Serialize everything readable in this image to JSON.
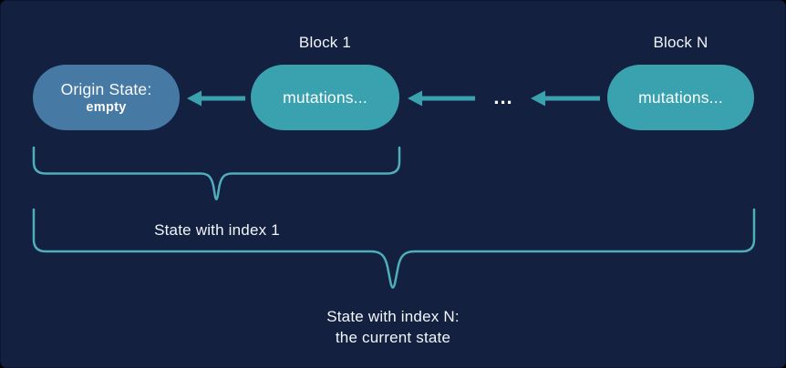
{
  "colors": {
    "background": "#132040",
    "teal": "#3AA2AE",
    "blue": "#4679A3",
    "brace": "#4FAEBB",
    "text": "#F2F5FA"
  },
  "diagram": {
    "origin": {
      "title": "Origin State:",
      "subtitle": "empty"
    },
    "blocks": [
      {
        "label": "Block 1",
        "content": "mutations..."
      },
      {
        "label": "Block N",
        "content": "mutations..."
      }
    ],
    "ellipsis": "...",
    "braces": [
      {
        "label": "State with index 1"
      },
      {
        "label": "State with index N:",
        "label_line2": "the current state"
      }
    ]
  }
}
